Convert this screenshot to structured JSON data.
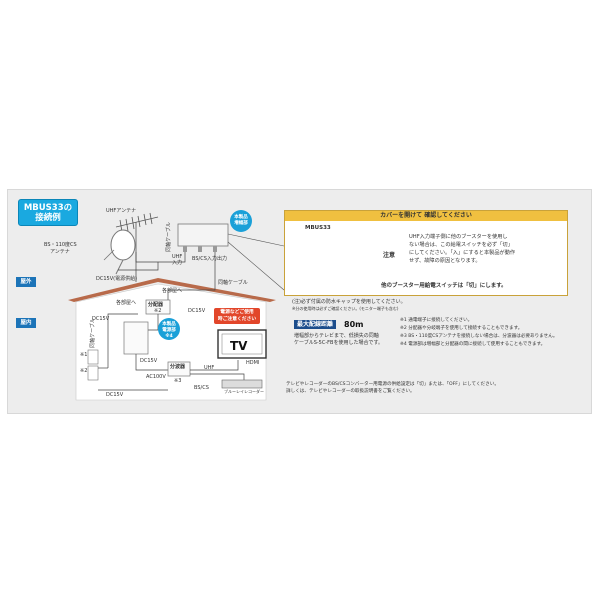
{
  "colors": {
    "accent": "#1aa9e0",
    "roof": "#b86a4a",
    "notice": "#f0c040",
    "navy": "#1c4d8c",
    "red": "#e2462a"
  },
  "title": [
    "MBUS33の",
    "接続例"
  ],
  "zones": {
    "outdoor": "屋外",
    "indoor": "屋内"
  },
  "antenna": {
    "uhf": "UHFアンテナ",
    "bs_line1": "BS・110度CS",
    "bs_line2": "アンテナ"
  },
  "booster": {
    "badge_line1": "本製品",
    "badge_line2": "増幅部"
  },
  "ports": {
    "uhf_in_1": "UHF",
    "uhf_in_2": "入力",
    "bscs_in": "BS/CS入力",
    "out": "出力",
    "cable": "同軸ケーブル",
    "cable2": "同軸ケーブル"
  },
  "dc_outdoor": "DC15V(電源供給)",
  "house": {
    "splitter1": "分配器",
    "splitter1_note": "※2",
    "branch1": "各部屋へ",
    "branch2": "各部屋へ",
    "dc15_a": "DC15V",
    "dc15_b": "DC15V",
    "dc15_c": "DC15V",
    "dc15_d": "DC15V",
    "power_line1": "本製品",
    "power_line2": "電源部",
    "power_note": "※4",
    "ac": "AC100V",
    "splitter2": "分波器",
    "splitter2_note": "※3",
    "uhf": "UHF",
    "bscs": "BS/CS",
    "tv": "TV",
    "hdmi": "HDMI",
    "recorder": "ブルーレイレコーダー",
    "warn_line1": "電源などご使用",
    "warn_line2": "時ご注意ください",
    "outlet1": "※1",
    "outlet2": "※2",
    "coax": "同軸ケーブル"
  },
  "notice": {
    "header": "カバーを開けて 確認してください",
    "model": "MBUS33",
    "label": "注意",
    "body": [
      "UHF入力端子側に他のブースターを使用し",
      "ない場合は、この給電スイッチを必ず「切」",
      "にしてください。「入」にすると本製品が動作",
      "せず、故障の原因となります。"
    ],
    "bottom": "他のブースター用給電スイッチは「切」にします。"
  },
  "notes_top": [
    "(注)必ず付属の防水キャップを使用してください。",
    "※分の使用時は必ずご確認ください。(モニター端子も含む)"
  ],
  "spec": {
    "title": "最大配線距離",
    "value": "80m",
    "desc": [
      "増幅部からテレビまで、低損失の同軸",
      "ケーブルS-5C-FBを使用した場合です。"
    ]
  },
  "footnotes": [
    "※1 通電端子に接続してください。",
    "※2 分配器や分岐端子を使用して接続することもできます。",
    "※3 BS・110度CSアンテナを接続しない場合は、分波器は必要ありません。",
    "※4 電源部は増幅部と分配器の間に接続して使用することもできます。"
  ],
  "bottom_notes": [
    "テレビやレコーダーのBS/CSコンバーター用電源の供給設定は「切」または、「OFF」にしてください。",
    "詳しくは、テレビやレコーダーの取扱説明書をご覧ください。"
  ]
}
